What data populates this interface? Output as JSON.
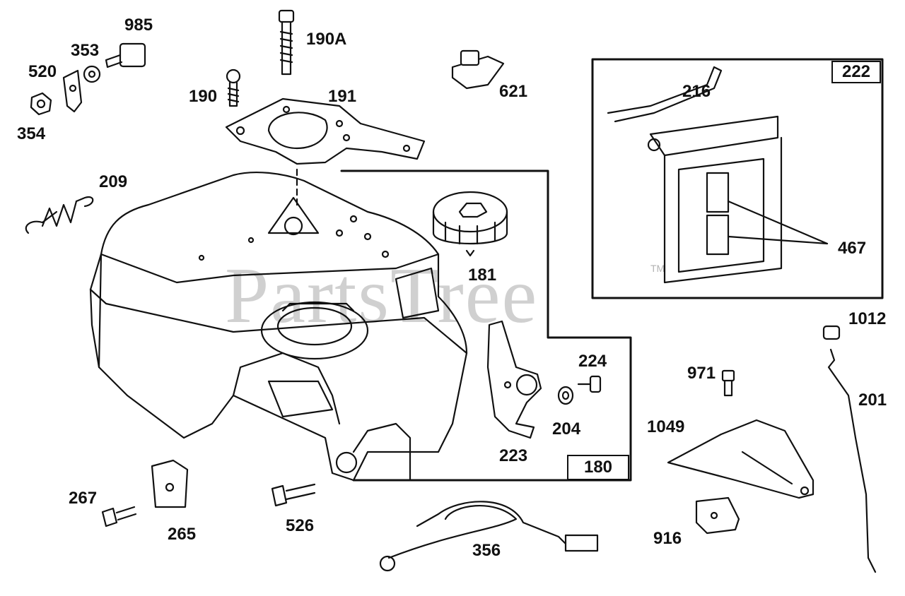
{
  "watermark": {
    "text": "PartsTree",
    "trademark": "TM"
  },
  "callouts": {
    "p985": "985",
    "p353": "353",
    "p520": "520",
    "p354": "354",
    "p190A": "190A",
    "p190": "190",
    "p191": "191",
    "p621": "621",
    "p209": "209",
    "p181": "181",
    "p216": "216",
    "p467": "467",
    "p1012": "1012",
    "p224": "224",
    "p204": "204",
    "p223": "223",
    "p971": "971",
    "p201": "201",
    "p1049": "1049",
    "p267": "267",
    "p265": "265",
    "p526": "526",
    "p356": "356",
    "p916": "916"
  },
  "boxes": {
    "b222": "222",
    "b180": "180"
  }
}
